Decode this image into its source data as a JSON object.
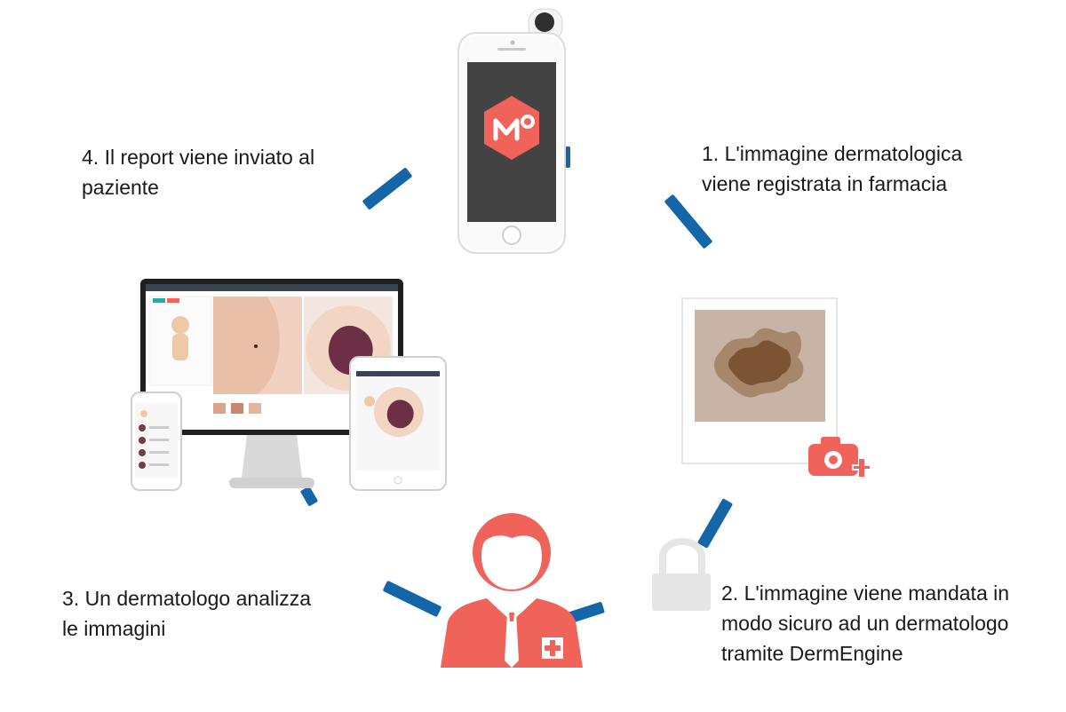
{
  "steps": [
    {
      "id": 1,
      "lines": [
        "1. L'immagine dermatologica",
        "viene registrata in farmacia"
      ]
    },
    {
      "id": 2,
      "lines": [
        "2. L'immagine viene mandata in",
        "modo sicuro ad un dermatologo",
        "tramite DermEngine"
      ]
    },
    {
      "id": 3,
      "lines": [
        "3. Un dermatologo analizza",
        "le immagini"
      ]
    },
    {
      "id": 4,
      "lines": [
        "4. Il report viene inviato al",
        "paziente"
      ]
    }
  ],
  "colors": {
    "arc_blue": "#1566a8",
    "accent_coral": "#f0635a",
    "phone_screen": "#434343",
    "lock_gray": "#e6e6e6",
    "lesion_bg": "#c8b4a6",
    "lesion_dark": "#7b5434"
  },
  "icons": {
    "phone": "smartphone-with-dermatoscope-icon",
    "app_logo": "dermengine-hexagon-logo-icon",
    "photo": "skin-lesion-photo-icon",
    "camera": "camera-plus-icon",
    "lock": "padlock-icon",
    "doctor": "doctor-avatar-icon",
    "devices": "desktop-tablet-phone-devices-icon"
  }
}
